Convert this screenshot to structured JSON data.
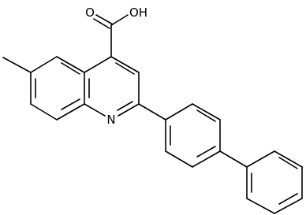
{
  "molecule": {
    "atom_labels": {
      "nitrogen": "N",
      "carbonyl_oxygen": "O",
      "hydroxyl": "OH"
    },
    "colors": {
      "bond": "#000000",
      "text": "#000000",
      "background": "#ffffff"
    }
  }
}
